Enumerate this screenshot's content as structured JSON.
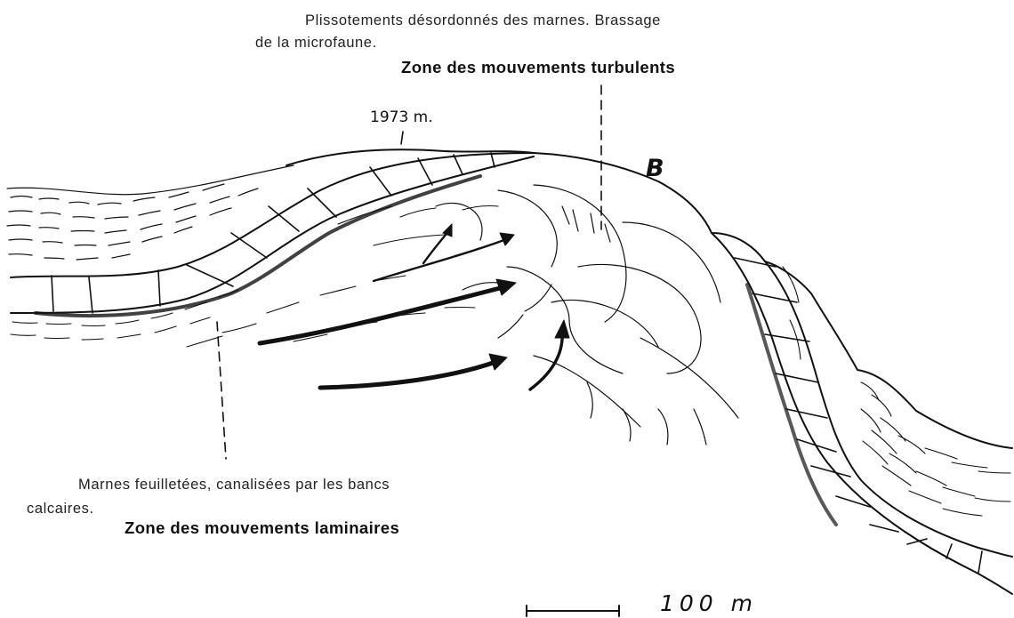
{
  "top_annotation": {
    "caption_line1": "Plissotements désordonnés des marnes. Brassage",
    "caption_line2": "de la microfaune.",
    "zone_title": "Zone des mouvements turbulents"
  },
  "bottom_annotation": {
    "caption_line1": "Marnes feuilletées, canalisées par les bancs",
    "caption_line2": "calcaires.",
    "zone_title": "Zone des mouvements laminaires"
  },
  "summit_elevation": "1973 m.",
  "point_label": "B",
  "scale_bar": {
    "label": "100 m"
  },
  "colors": {
    "ink": "#111111",
    "paper": "#ffffff"
  }
}
